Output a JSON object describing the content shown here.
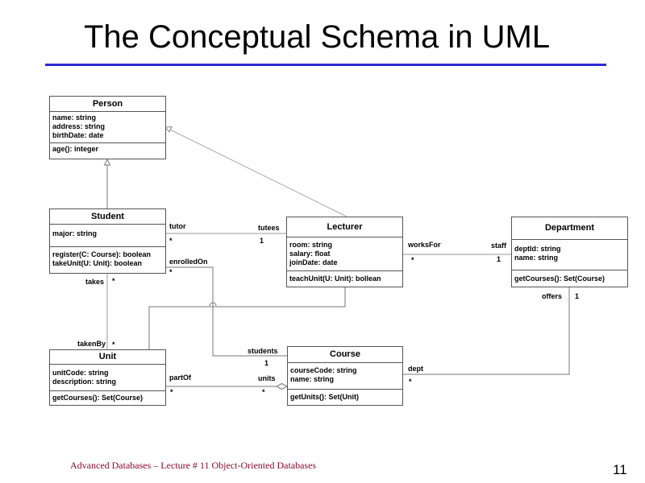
{
  "slide": {
    "title": "The Conceptual Schema in UML",
    "footer": "Advanced Databases – Lecture # 11 Object-Oriented Databases",
    "page_number": "11",
    "accent_color": "#2b2bd6",
    "footer_color": "#8b0a2a"
  },
  "classes": {
    "person": {
      "name": "Person",
      "attributes": [
        "name: string",
        "address: string",
        "birthDate: date"
      ],
      "operations": [
        "age(): integer"
      ]
    },
    "student": {
      "name": "Student",
      "attributes": [
        "major: string"
      ],
      "operations": [
        "register(C: Course): boolean",
        "takeUnit(U: Unit): boolean"
      ]
    },
    "lecturer": {
      "name": "Lecturer",
      "attributes": [
        "room: string",
        "salary: float",
        "joinDate: date"
      ],
      "operations": [
        "teachUnit(U: Unit): bollean"
      ]
    },
    "department": {
      "name": "Department",
      "attributes": [
        "deptId: string",
        "name: string"
      ],
      "operations": [
        "getCourses(): Set(Course)"
      ]
    },
    "unit": {
      "name": "Unit",
      "attributes": [
        "unitCode: string",
        "description: string"
      ],
      "operations": [
        "getCourses():  Set(Course)"
      ]
    },
    "course": {
      "name": "Course",
      "attributes": [
        "courseCode: string",
        "name: string"
      ],
      "operations": [
        "getUnits(): Set(Unit)"
      ]
    }
  },
  "associations": {
    "tutor": {
      "role_a": "tutor",
      "mult_a": "*",
      "role_b": "tutees",
      "mult_b": "1"
    },
    "works_for": {
      "role_a": "worksFor",
      "mult_a": "*",
      "role_b": "staff",
      "mult_b": "1"
    },
    "enrolled": {
      "role_a": "enrolledOn",
      "mult_a": "*",
      "role_b": "students",
      "mult_b": "1"
    },
    "takes": {
      "role_a": "takes",
      "mult_a": "*",
      "role_b": "takenBy",
      "mult_b": "*"
    },
    "part_of": {
      "role_a": "partOf",
      "mult_a": "*",
      "role_b": "units",
      "mult_b": "*"
    },
    "offers": {
      "role_a": "offers",
      "mult_a": "1",
      "role_b": "dept",
      "mult_b": "*"
    }
  }
}
